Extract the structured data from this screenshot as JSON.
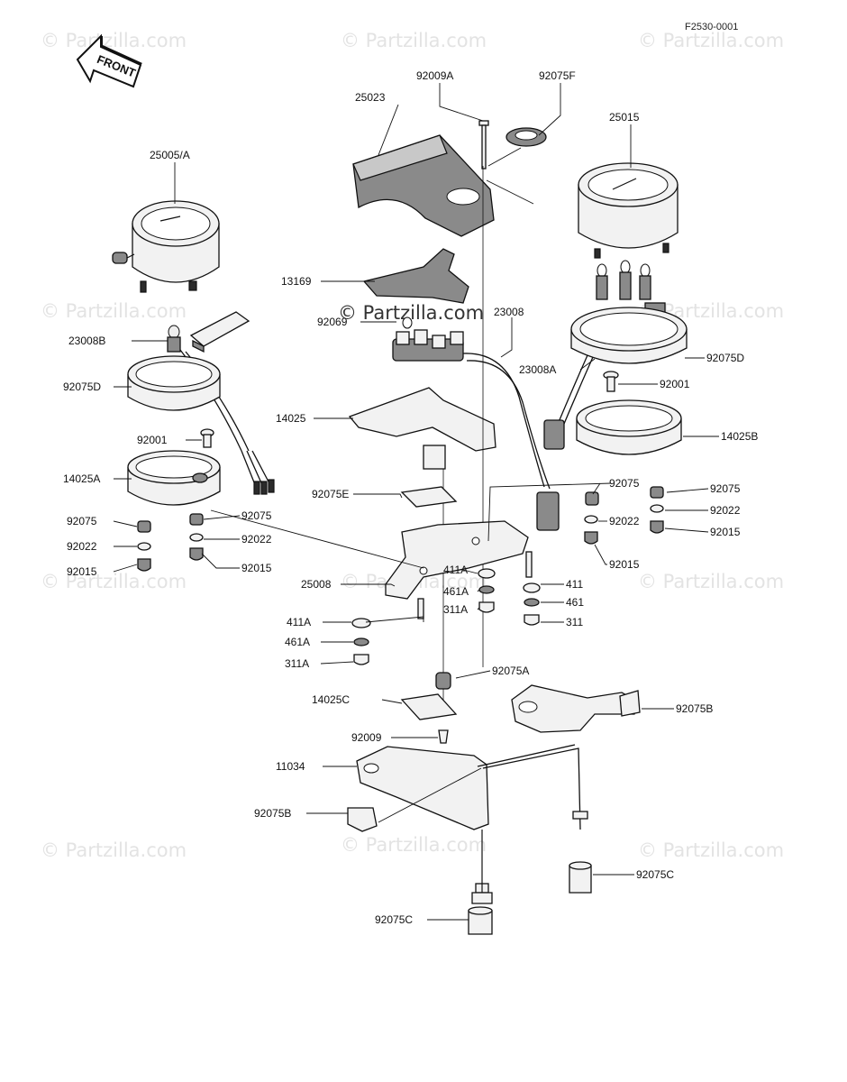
{
  "drawing_number": "F2530-0001",
  "front_arrow_label": "FRONT",
  "watermark": "© Partzilla.com",
  "watermark_center": "© Partzilla.com",
  "parts": [
    {
      "id": "25005/A"
    },
    {
      "id": "23008B"
    },
    {
      "id": "92075D"
    },
    {
      "id": "92001"
    },
    {
      "id": "14025A"
    },
    {
      "id": "92075"
    },
    {
      "id": "92022"
    },
    {
      "id": "92015"
    },
    {
      "id": "92075"
    },
    {
      "id": "92022"
    },
    {
      "id": "92015"
    },
    {
      "id": "25023"
    },
    {
      "id": "92009A"
    },
    {
      "id": "92075F"
    },
    {
      "id": "13169"
    },
    {
      "id": "92069"
    },
    {
      "id": "23008"
    },
    {
      "id": "14025"
    },
    {
      "id": "92075E"
    },
    {
      "id": "25008"
    },
    {
      "id": "411A"
    },
    {
      "id": "461A"
    },
    {
      "id": "311A"
    },
    {
      "id": "411A"
    },
    {
      "id": "461A"
    },
    {
      "id": "311A"
    },
    {
      "id": "92075A"
    },
    {
      "id": "14025C"
    },
    {
      "id": "92009"
    },
    {
      "id": "11034"
    },
    {
      "id": "92075B"
    },
    {
      "id": "92075B"
    },
    {
      "id": "92075C"
    },
    {
      "id": "92075C"
    },
    {
      "id": "25015"
    },
    {
      "id": "92075D"
    },
    {
      "id": "23008A"
    },
    {
      "id": "92001"
    },
    {
      "id": "14025B"
    },
    {
      "id": "92075"
    },
    {
      "id": "92075"
    },
    {
      "id": "92022"
    },
    {
      "id": "92022"
    },
    {
      "id": "92015"
    },
    {
      "id": "92015"
    },
    {
      "id": "411"
    },
    {
      "id": "461"
    },
    {
      "id": "311"
    }
  ]
}
